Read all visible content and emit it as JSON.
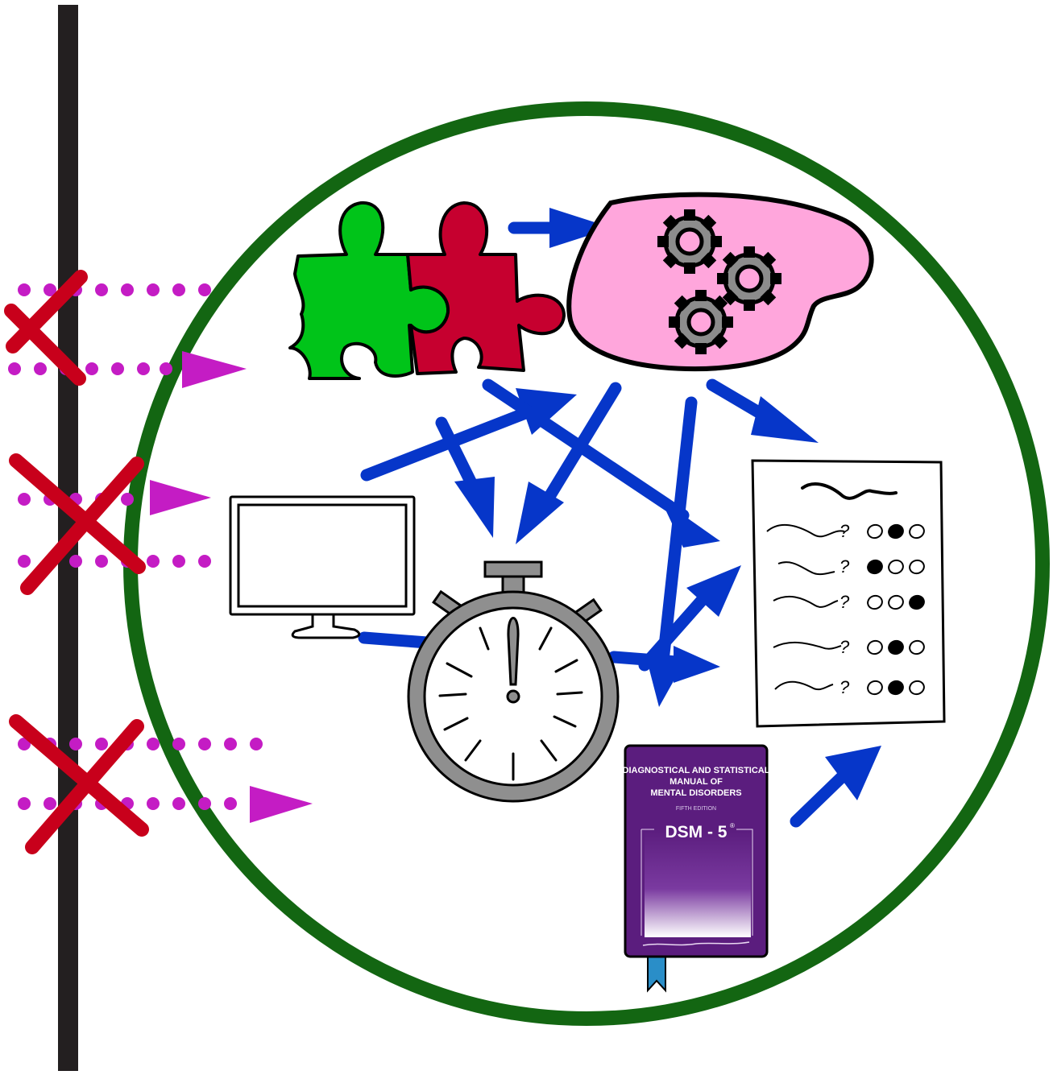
{
  "book": {
    "title_line1": "DIAGNOSTICAL AND STATISTICAL",
    "title_line2": "MANUAL OF",
    "title_line3": "MENTAL DISORDERS",
    "edition": "FIFTH EDITION",
    "name": "DSM - 5",
    "reg_mark": "®"
  },
  "questionnaire": {
    "rows": [
      {
        "mark": "?",
        "bubbles": [
          false,
          true,
          false
        ]
      },
      {
        "mark": "?",
        "bubbles": [
          true,
          false,
          false
        ]
      },
      {
        "mark": "?",
        "bubbles": [
          false,
          false,
          true
        ]
      },
      {
        "mark": "?",
        "bubbles": [
          false,
          true,
          false
        ]
      },
      {
        "mark": "?",
        "bubbles": [
          false,
          true,
          false
        ]
      }
    ]
  },
  "icons": [
    "barrier-line",
    "boundary-circle",
    "puzzle-icon",
    "brain-gears-icon",
    "monitor-icon",
    "stopwatch-icon",
    "questionnaire-icon",
    "dsm-book-icon",
    "blocked-cross-icon",
    "dotted-arrow-icon"
  ],
  "colors": {
    "boundary": "#136612",
    "barrier": "#231f20",
    "cross": "#c8001b",
    "dotted_arrow": "#c41cc4",
    "arrow": "#0636c9",
    "puzzle_left": "#00c419",
    "puzzle_right": "#c6002f",
    "brain": "#ffa6dc",
    "gear": "#8c8c8c",
    "stopwatch": "#8f8f8f",
    "book": "#5b1d7e",
    "bookmark": "#2a8ec8"
  }
}
